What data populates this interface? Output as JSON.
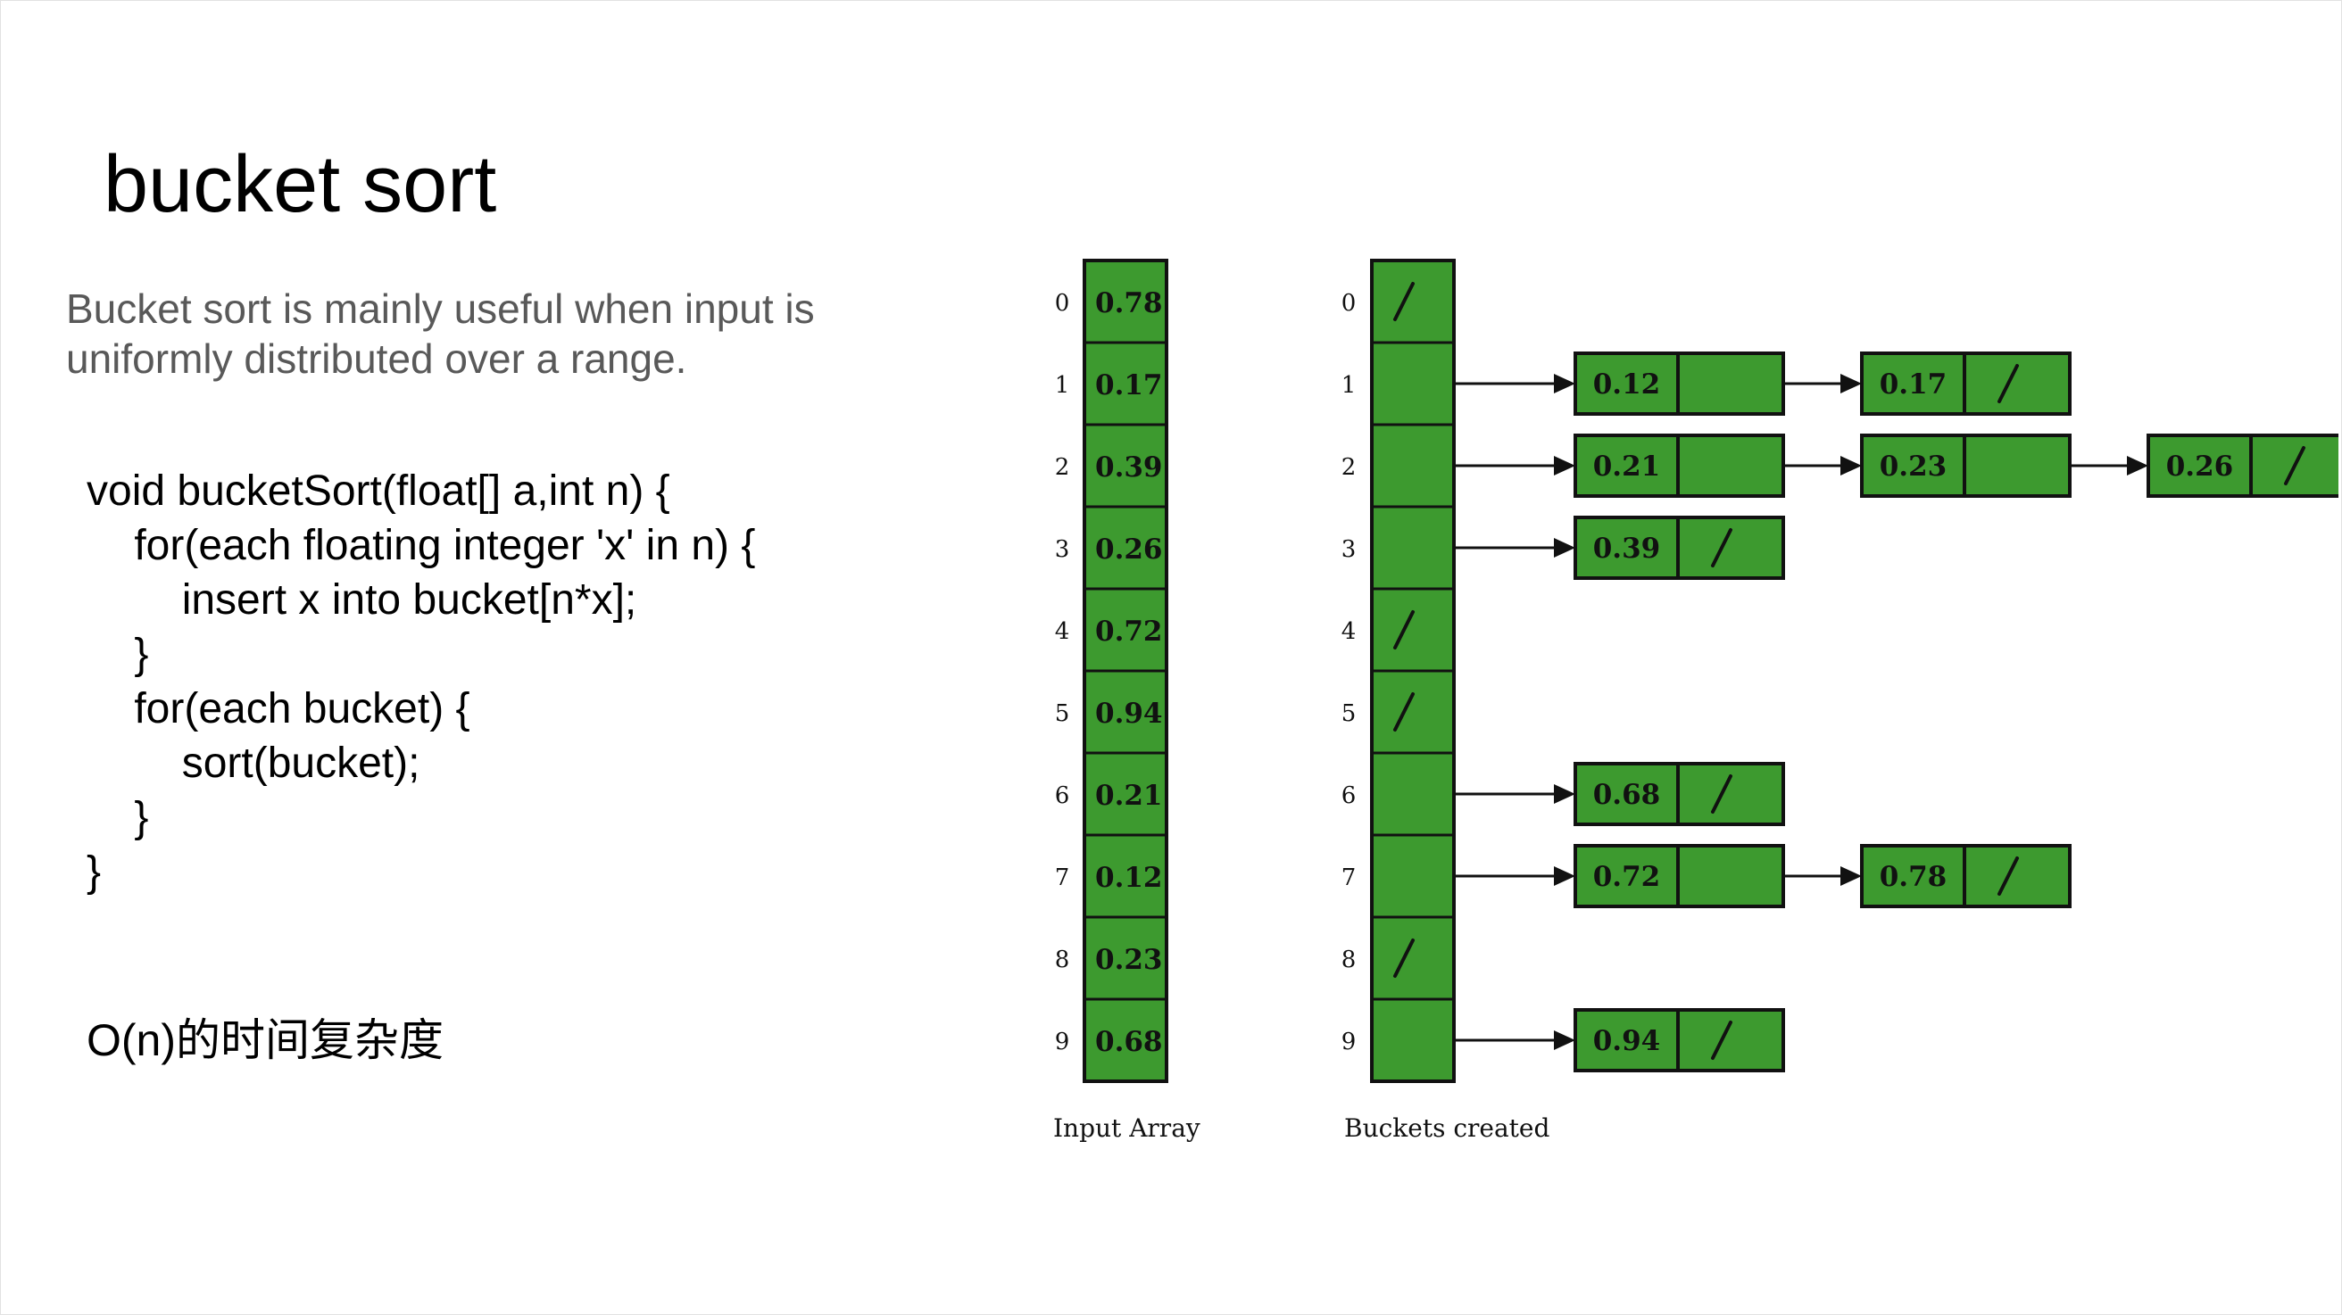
{
  "slide": {
    "title": "bucket sort",
    "subtitle": "Bucket sort is mainly useful when input is uniformly distributed over a range.",
    "code_lines": [
      "void bucketSort(float[] a,int n) {",
      "    for(each floating integer 'x' in n) {",
      "        insert x into bucket[n*x];",
      "    }",
      "    for(each bucket) {",
      "        sort(bucket);",
      "    }",
      "}"
    ],
    "complexity": "O(n)的时间复杂度"
  },
  "diagram": {
    "fill_color": "#3d9a2f",
    "stroke_color": "#111111",
    "indices": [
      "0",
      "1",
      "2",
      "3",
      "4",
      "5",
      "6",
      "7",
      "8",
      "9"
    ],
    "input_array": [
      "0.78",
      "0.17",
      "0.39",
      "0.26",
      "0.72",
      "0.94",
      "0.21",
      "0.12",
      "0.23",
      "0.68"
    ],
    "input_label": "Input Array",
    "buckets_label": "Buckets created",
    "null_symbol": "/",
    "buckets": [
      [],
      [
        "0.12",
        "0.17"
      ],
      [
        "0.21",
        "0.23",
        "0.26"
      ],
      [
        "0.39"
      ],
      [],
      [],
      [
        "0.68"
      ],
      [
        "0.72",
        "0.78"
      ],
      [],
      [
        "0.94"
      ]
    ]
  }
}
